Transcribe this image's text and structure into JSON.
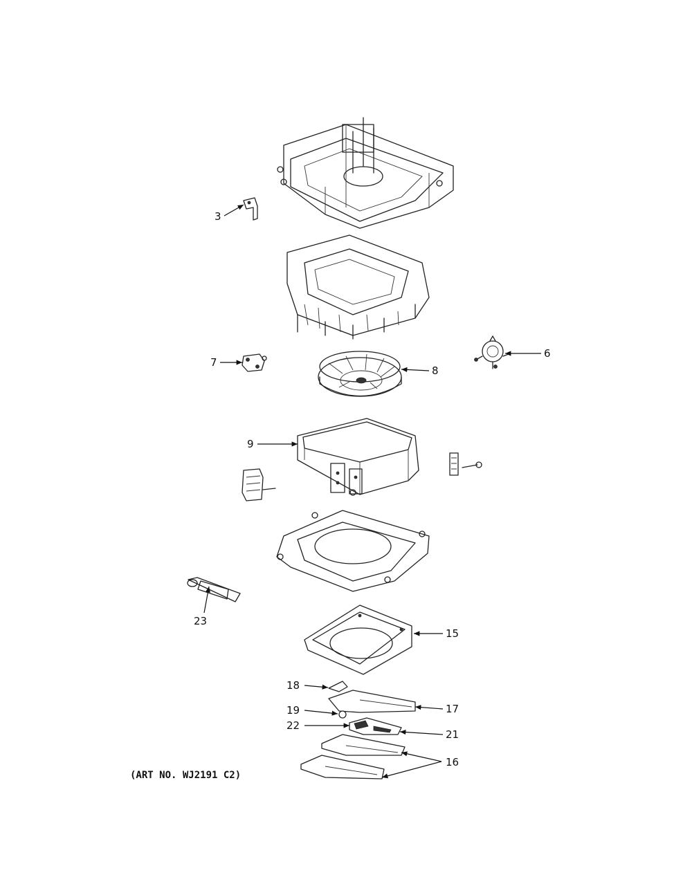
{
  "callouts": {
    "c3": "3",
    "c6": "6",
    "c7": "7",
    "c8": "8",
    "c9": "9",
    "c15": "15",
    "c16": "16",
    "c17": "17",
    "c18": "18",
    "c19": "19",
    "c21": "21",
    "c22": "22",
    "c23": "23"
  },
  "art_number": "(ART NO. WJ2191 C2)"
}
